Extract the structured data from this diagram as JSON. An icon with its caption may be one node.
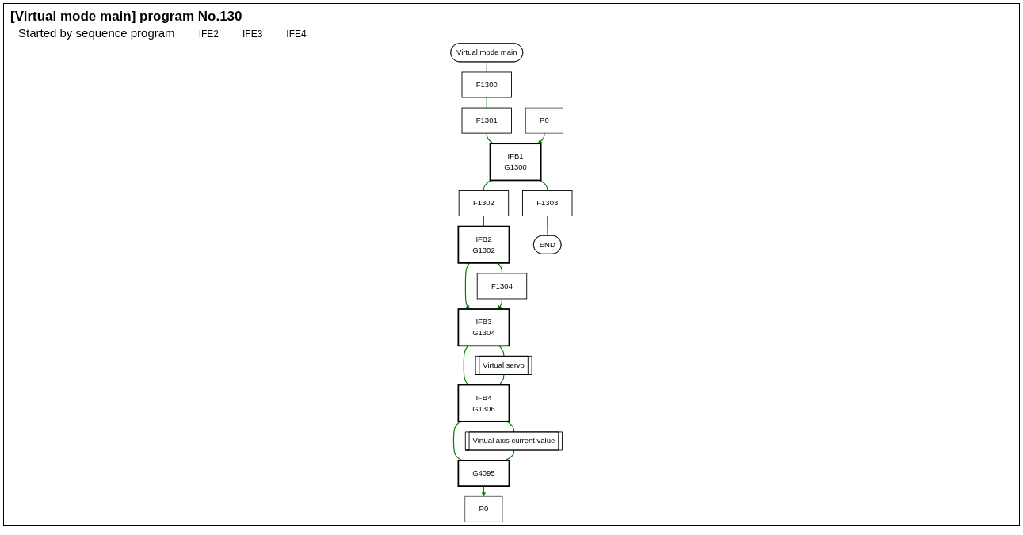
{
  "diagram": {
    "title": "[Virtual mode main] program No.130",
    "nodes": [
      {
        "text": [
          "Virtual mode main"
        ]
      },
      {
        "text": [
          "F1300"
        ]
      },
      {
        "text": [
          "F1301"
        ]
      },
      {
        "text": [
          "P0"
        ]
      },
      {
        "text": [
          "IFB1",
          "G1300"
        ]
      },
      {
        "text": [
          "F1302"
        ]
      },
      {
        "text": [
          "IFB2",
          "G1302"
        ]
      },
      {
        "text": [
          "F1304"
        ]
      },
      {
        "text": [
          "F1303"
        ]
      },
      {
        "text": [
          "END"
        ]
      },
      {
        "text": [
          "IFB3",
          "G1304"
        ]
      },
      {
        "text": [
          "Virtual servo"
        ]
      },
      {
        "text": [
          "IFB4",
          "G1306"
        ]
      },
      {
        "text": [
          "Virtual axis current value"
        ]
      },
      {
        "text": [
          "G4095"
        ]
      },
      {
        "text": [
          "P0"
        ]
      }
    ],
    "edges": [
      {
        "from": 0,
        "to": 1,
        "arrow": "none"
      },
      {
        "from": 1,
        "to": 2,
        "arrow": "none"
      },
      {
        "from": 2,
        "to": 4,
        "arrow": "none"
      },
      {
        "from": 3,
        "to": 4,
        "arrow": "to"
      },
      {
        "from": 4,
        "to": 5,
        "arrow": "none"
      },
      {
        "from": 4,
        "to": 8,
        "arrow": "none"
      },
      {
        "from": 5,
        "to": 6,
        "arrow": "none"
      },
      {
        "from": 6,
        "to": 7,
        "arrow": "none"
      },
      {
        "from": 6,
        "to": 10,
        "arrow": "to"
      },
      {
        "from": 7,
        "to": 10,
        "arrow": "to"
      },
      {
        "from": 8,
        "to": 9,
        "arrow": "none"
      },
      {
        "from": 10,
        "to": 11,
        "arrow": "none"
      },
      {
        "from": 10,
        "to": 12,
        "arrow": "none"
      },
      {
        "from": 11,
        "to": 12,
        "arrow": "none"
      },
      {
        "from": 12,
        "to": 13,
        "arrow": "none"
      },
      {
        "from": 12,
        "to": 14,
        "arrow": "none"
      },
      {
        "from": 13,
        "to": 14,
        "arrow": "none"
      },
      {
        "from": 14,
        "to": 15,
        "arrow": "to"
      }
    ],
    "labels": [
      "Started by sequence program",
      "IFE2",
      "IFE3",
      "IFE4"
    ]
  }
}
